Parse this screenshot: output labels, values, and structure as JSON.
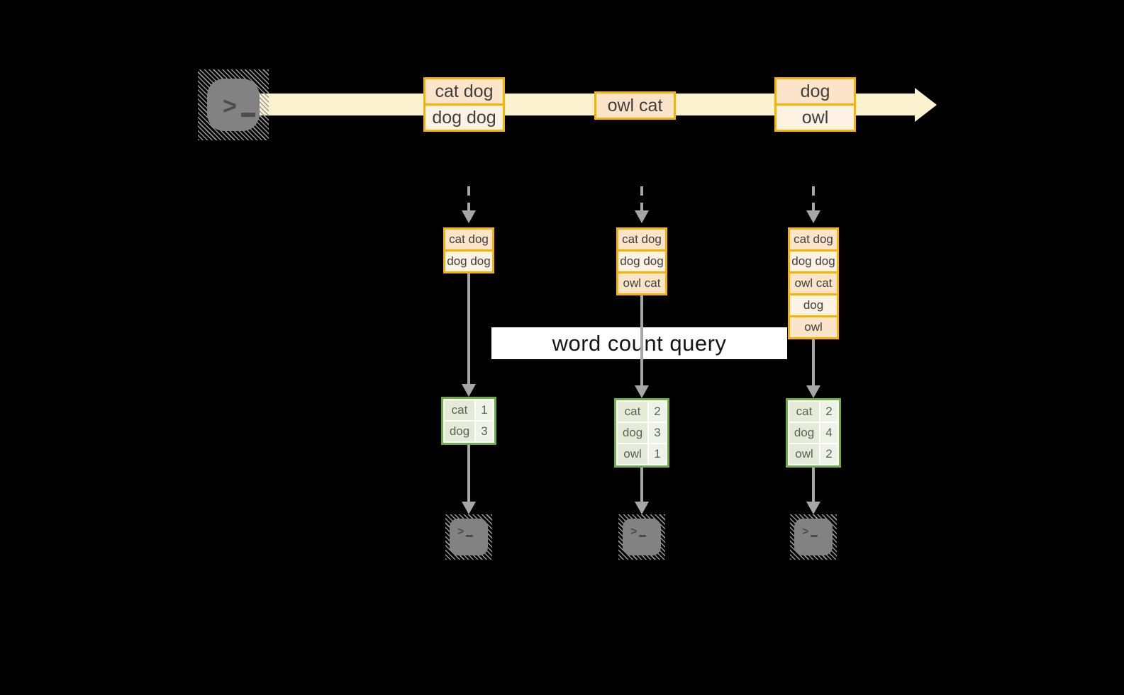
{
  "query_label": "word count query",
  "source": {
    "icon": "terminal-icon",
    "glyph": ">"
  },
  "stream_events": [
    {
      "rows": [
        "cat dog",
        "dog dog"
      ]
    },
    {
      "rows": [
        "owl cat"
      ]
    },
    {
      "rows": [
        "dog",
        "owl"
      ]
    }
  ],
  "snapshots": [
    {
      "rows": [
        "cat dog",
        "dog dog"
      ]
    },
    {
      "rows": [
        "cat dog",
        "dog dog",
        "owl cat"
      ]
    },
    {
      "rows": [
        "cat dog",
        "dog dog",
        "owl cat",
        "dog",
        "owl"
      ]
    }
  ],
  "count_tables": [
    {
      "rows": [
        {
          "word": "cat",
          "count": "1"
        },
        {
          "word": "dog",
          "count": "3"
        }
      ]
    },
    {
      "rows": [
        {
          "word": "cat",
          "count": "2"
        },
        {
          "word": "dog",
          "count": "3"
        },
        {
          "word": "owl",
          "count": "1"
        }
      ]
    },
    {
      "rows": [
        {
          "word": "cat",
          "count": "2"
        },
        {
          "word": "dog",
          "count": "4"
        },
        {
          "word": "owl",
          "count": "2"
        }
      ]
    }
  ],
  "outputs": [
    {
      "glyph": ">"
    },
    {
      "glyph": ">"
    },
    {
      "glyph": ">"
    }
  ],
  "theme": {
    "orange": "#f5b400",
    "peach-dark": "#fce4c8",
    "peach-light": "#fdf2e3",
    "band": "#fdf2d0",
    "green": "#70ad47",
    "cell": "#e4ecd8",
    "cell-val": "#eef3e7",
    "arrow": "#a6a6a6",
    "icon-gray": "#828282"
  }
}
